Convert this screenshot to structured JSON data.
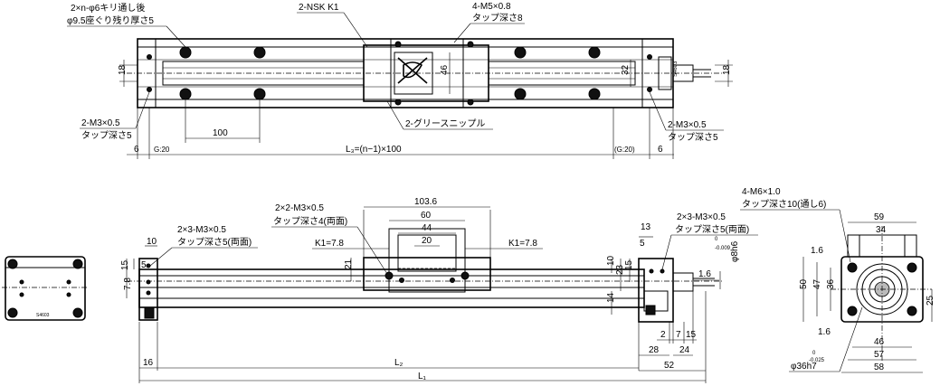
{
  "top_view": {
    "callouts": {
      "holes_line1": "2×n-φ6キリ通し後",
      "holes_line2": "φ9.5座ぐり残り厚さ5",
      "nsk": "2-NSK K1",
      "m5_line1": "4-M5×0.8",
      "m5_line2": "タップ深さ8",
      "m3_left_line1": "2-M3×0.5",
      "m3_left_line2": "タップ深さ5",
      "m3_right_line1": "2-M3×0.5",
      "m3_right_line2": "タップ深さ5",
      "grease": "2-グリースニップル"
    },
    "dims": {
      "h18_left": "18",
      "h18_right": "18",
      "d46": "46",
      "d32": "32",
      "pitch100": "100",
      "d6_left": "6",
      "g20_left": "G:20",
      "l3": "L₃=(n−1)×100",
      "g20_right": "(G:20)",
      "d6_right": "6",
      "motor_label": "S4603"
    }
  },
  "front_view": {
    "callouts": {
      "m3_left_line1": "2×3-M3×0.5",
      "m3_left_line2": "タップ深さ5(両面)",
      "m3_mid_line1": "2×2-M3×0.5",
      "m3_mid_line2": "タップ深さ4(両面)",
      "m3_right_line1": "2×3-M3×0.5",
      "m3_right_line2": "タップ深さ5(両面)"
    },
    "dims": {
      "d103_6": "103.6",
      "d60": "60",
      "d44": "44",
      "d20": "20",
      "k1_left": "K1=7.8",
      "k1_right": "K1=7.8",
      "d21": "21",
      "d10_left": "10",
      "d15_left": "15",
      "d7_8": "7.8",
      "d5_left": "5",
      "d13": "13",
      "d5_right": "5",
      "d10_right": "10",
      "d23": "23",
      "d15_right": "15",
      "d14": "14",
      "shaft_tol_top": "0",
      "shaft_tol_bottom": "-0.009",
      "shaft_dia": "φ8h6",
      "d1_6": "1.6",
      "d2": "2",
      "d7": "7",
      "d15_bottom": "15",
      "d28": "28",
      "d24": "24",
      "d16": "16",
      "l2": "L₂",
      "d52": "52",
      "l1": "L₁"
    }
  },
  "side_view": {
    "callouts": {
      "m6_line1": "4-M6×1.0",
      "m6_line2": "タップ深さ10(通し6)"
    },
    "dims": {
      "d59": "59",
      "d34": "34",
      "d1_6_top": "1.6",
      "d50": "50",
      "d47": "47",
      "d36": "36",
      "d25": "25",
      "d1_6_bottom": "1.6",
      "d46": "46",
      "d57": "57",
      "d58": "58",
      "pilot_tol_top": "0",
      "pilot_tol_bottom": "-0.025",
      "pilot_dia": "φ36h7"
    }
  },
  "end_view": {
    "label": "S4603"
  }
}
